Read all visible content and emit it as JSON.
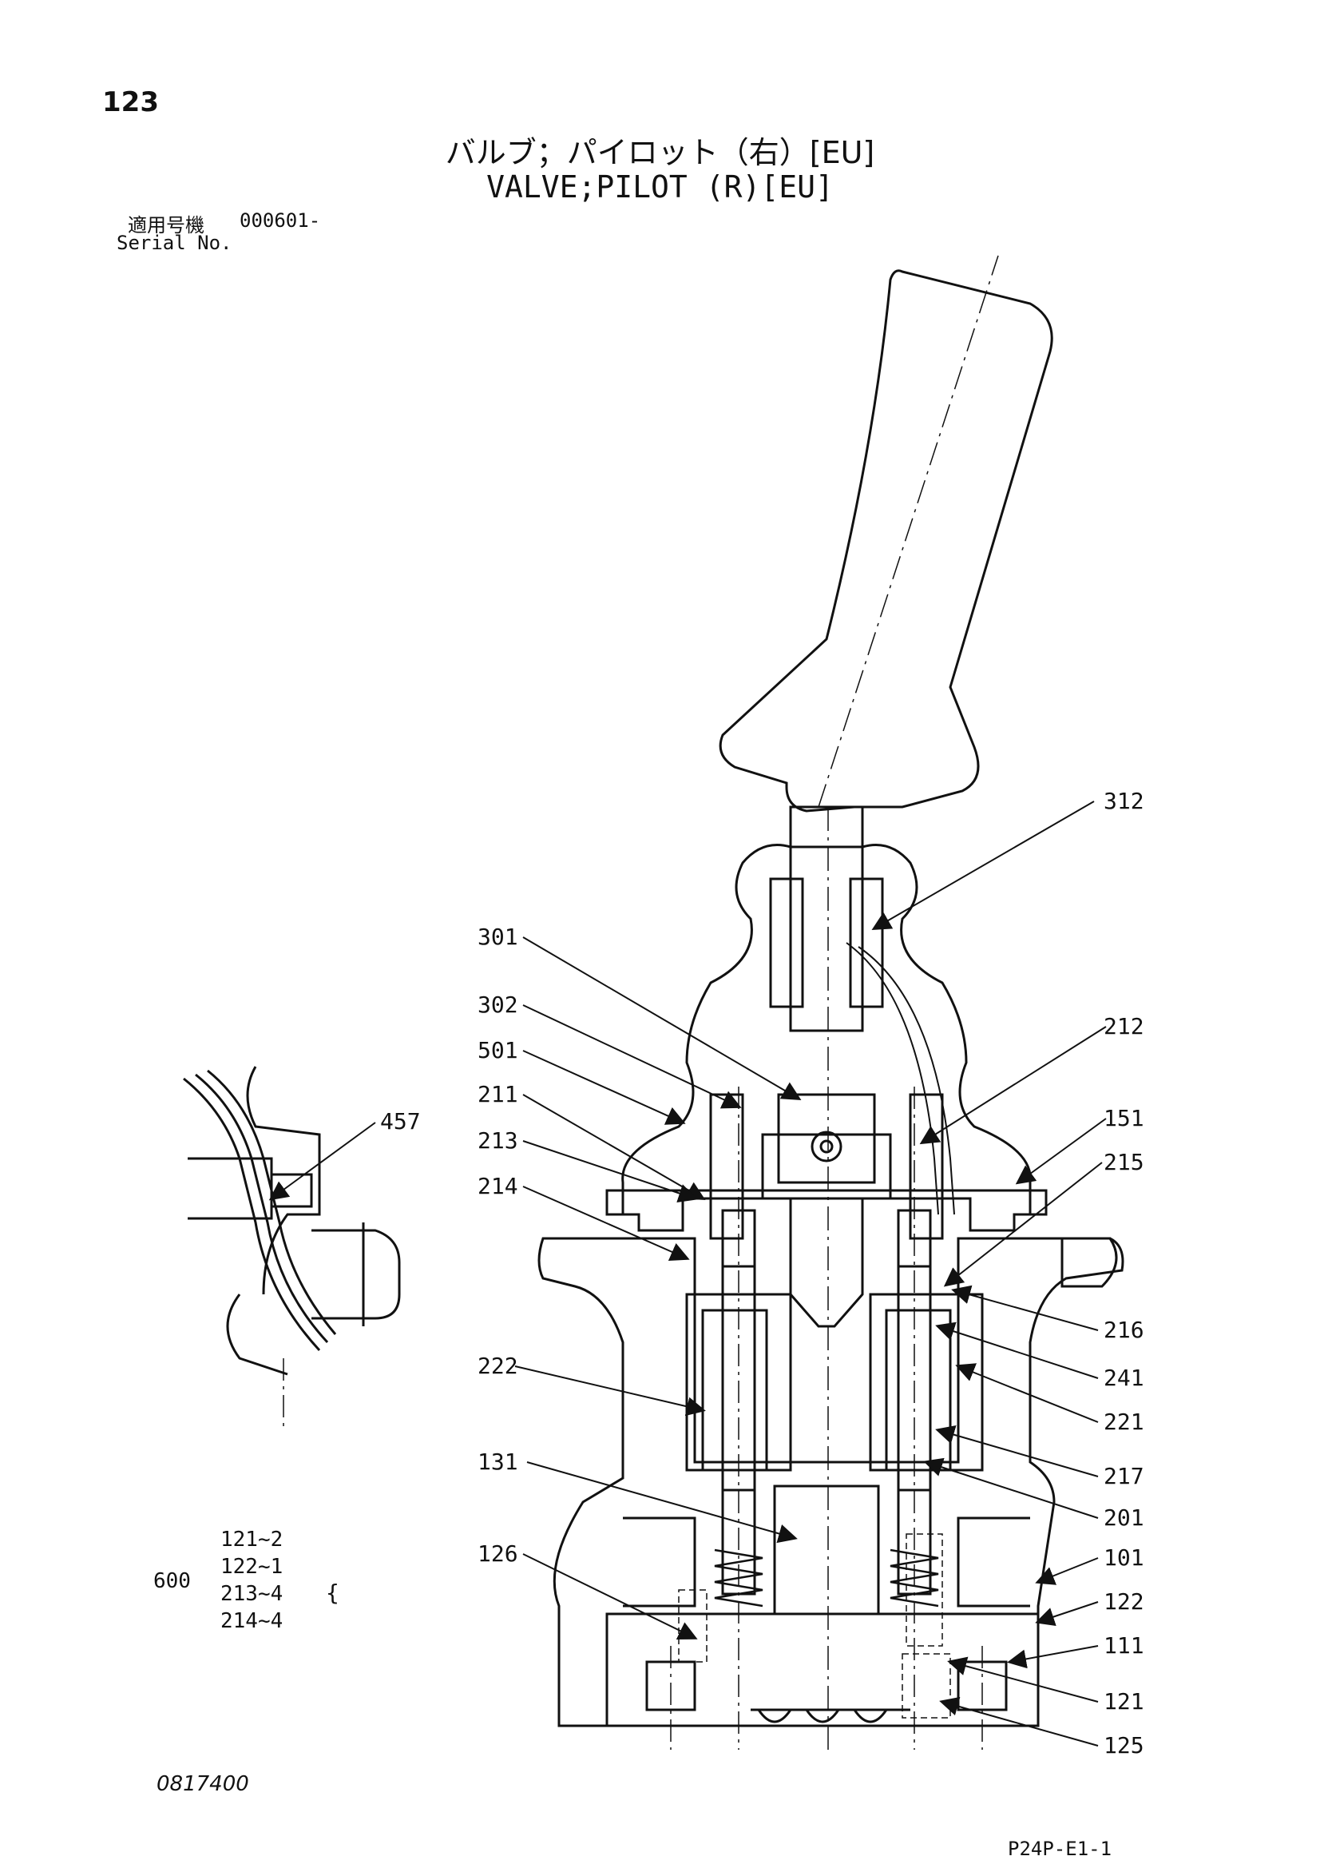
{
  "page_number": "123",
  "title_jp": "バルブ；パイロット（右）[EU]",
  "title_en": "VALVE;PILOT (R)[EU]",
  "serial": {
    "label_jp": "適用号機",
    "label_en": "Serial No.",
    "value": "000601-"
  },
  "kit": {
    "label": "600",
    "items": [
      "121~2",
      "122~1",
      "213~4",
      "214~4"
    ]
  },
  "callouts": [
    "312",
    "301",
    "302",
    "212",
    "501",
    "211",
    "457",
    "151",
    "213",
    "215",
    "214",
    "216",
    "241",
    "222",
    "221",
    "217",
    "131",
    "201",
    "126",
    "101",
    "122",
    "111",
    "121",
    "125"
  ],
  "drawing_number": "0817400",
  "sheet_code": "P24P-E1-1"
}
